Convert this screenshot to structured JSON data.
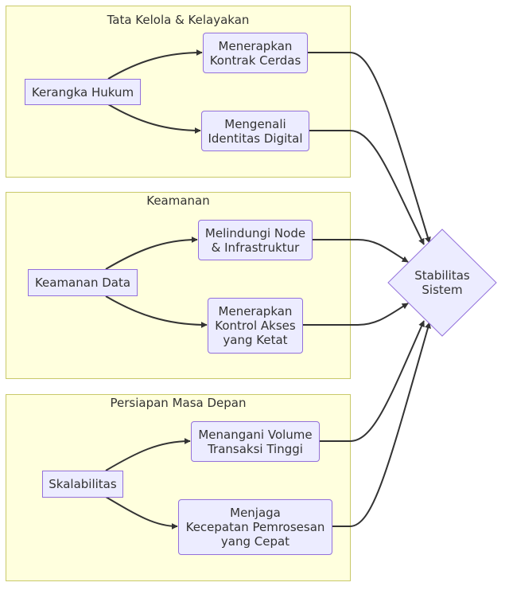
{
  "diagram": {
    "type": "flowchart",
    "direction": "LR",
    "colors": {
      "cluster_fill": "#ffffde",
      "cluster_stroke": "#c9c96a",
      "node_fill": "#ececff",
      "node_stroke": "#9370db",
      "edge": "#333333",
      "text": "#333333"
    },
    "clusters": [
      {
        "id": "governance",
        "title": "Tata Kelola & Kelayakan",
        "source": "Kerangka Hukum",
        "targets": [
          "Menerapkan\nKontrak Cerdas",
          "Mengenali\nIdentitas Digital"
        ]
      },
      {
        "id": "security",
        "title": "Keamanan",
        "source": "Keamanan Data",
        "targets": [
          "Melindungi Node\n& Infrastruktur",
          "Menerapkan\nKontrol Akses\nyang Ketat"
        ]
      },
      {
        "id": "future",
        "title": "Persiapan Masa Depan",
        "source": "Skalabilitas",
        "targets": [
          "Menangani Volume\nTransaksi Tinggi",
          "Menjaga\nKecepatan Pemrosesan\nyang Cepat"
        ]
      }
    ],
    "sink": "Stabilitas\nSistem"
  }
}
